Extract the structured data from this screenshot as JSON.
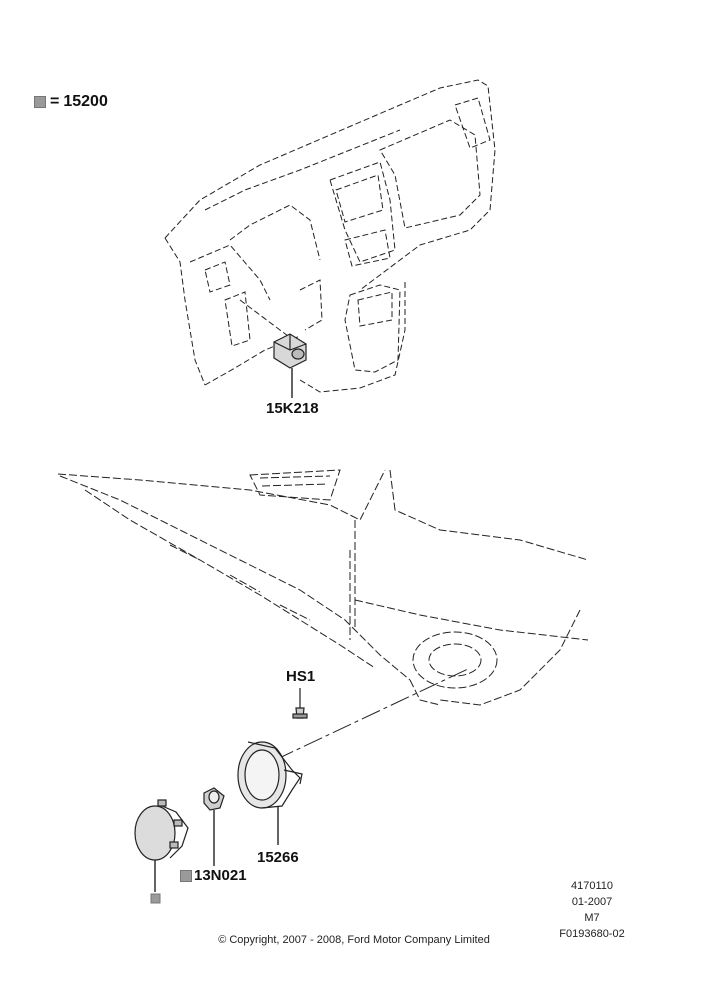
{
  "legend": {
    "code": "15200",
    "equals": "="
  },
  "callouts": {
    "switch": "15K218",
    "screw": "HS1",
    "housing": "15266",
    "bulb": "13N021"
  },
  "ref": {
    "line1": "4170110",
    "line2": "01-2007",
    "line3": "M7",
    "line4": "F0193680-02"
  },
  "copyright": "© Copyright, 2007 - 2008, Ford Motor Company Limited",
  "colors": {
    "line": "#222222",
    "swatch": "#9a9a9a"
  }
}
